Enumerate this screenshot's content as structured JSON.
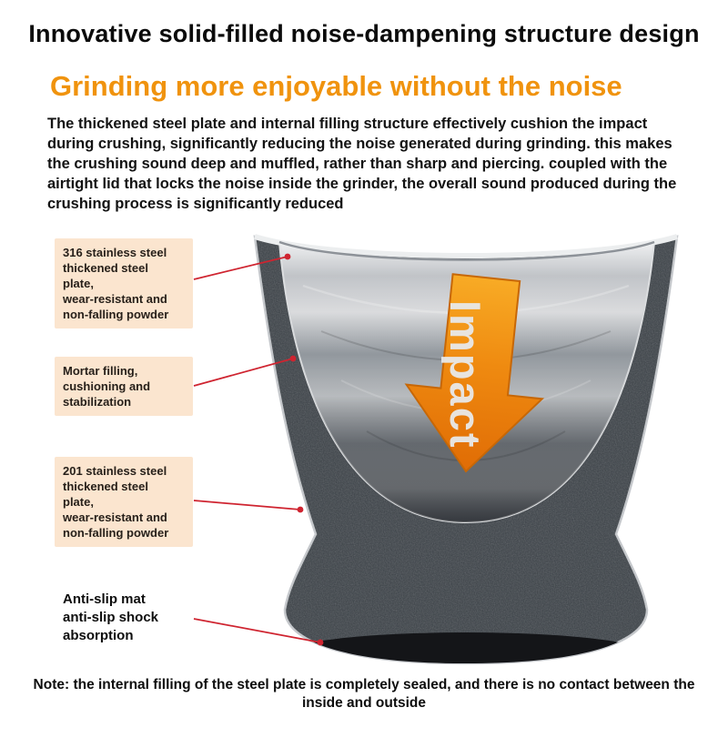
{
  "page": {
    "title": "Innovative solid-filled noise-dampening structure design",
    "subtitle": "Grinding more enjoyable without the noise",
    "description": "The thickened steel plate and internal filling structure effectively cushion the impact during crushing, significantly reducing the noise generated during grinding. this makes the crushing sound deep and muffled, rather than sharp and piercing. coupled with the airtight lid that locks the noise inside the grinder, the overall sound produced during the crushing process is significantly reduced",
    "note": "Note: the internal filling of the steel plate is completely sealed, and there is no contact between the inside and outside"
  },
  "figure": {
    "impact_label": "Impact",
    "callouts": [
      {
        "label": "316 stainless steel\nthickened steel\nplate,\nwear-resistant and\nnon-falling powder"
      },
      {
        "label": "Mortar filling,\ncushioning and\nstabilization"
      },
      {
        "label": "201 stainless steel\nthickened steel\nplate,\nwear-resistant and\nnon-falling powder"
      },
      {
        "label": "Anti-slip mat\nanti-slip shock\nabsorption"
      }
    ]
  },
  "colors": {
    "accent_orange": "#f0930e",
    "arrow_orange": "#ef8a10",
    "callout_background": "#fbe5cf",
    "leader_line_red": "#cf2430",
    "filling_dark": "#3a4046",
    "steel_light": "#c4c7cb"
  }
}
